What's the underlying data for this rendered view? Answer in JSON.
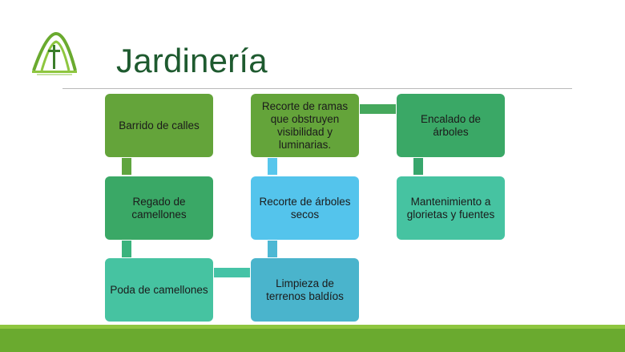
{
  "slide": {
    "title": "Jardinería"
  },
  "colors": {
    "title": "#1e5a2f",
    "green_dark": "#64a43a",
    "green_mid": "#3aa866",
    "teal": "#46c3a1",
    "sky": "#54c4ec",
    "steel": "#4ab4cc",
    "footer": "#6aaa2f"
  },
  "logo": {
    "icon": "arch-cross-logo-icon"
  },
  "diagram": {
    "boxes": [
      {
        "id": "barrido",
        "text": "Barrido de calles"
      },
      {
        "id": "regado",
        "text": "Regado de camellones"
      },
      {
        "id": "poda",
        "text": "Poda de camellones"
      },
      {
        "id": "limpieza",
        "text": "Limpieza de terrenos baldíos"
      },
      {
        "id": "recorte-secos",
        "text": "Recorte de árboles secos"
      },
      {
        "id": "recorte-ramas",
        "text": "Recorte de ramas que obstruyen visibilidad y luminarias."
      },
      {
        "id": "encalado",
        "text": "Encalado de árboles"
      },
      {
        "id": "mantenimiento",
        "text": "Mantenimiento a glorietas y fuentes"
      }
    ]
  }
}
